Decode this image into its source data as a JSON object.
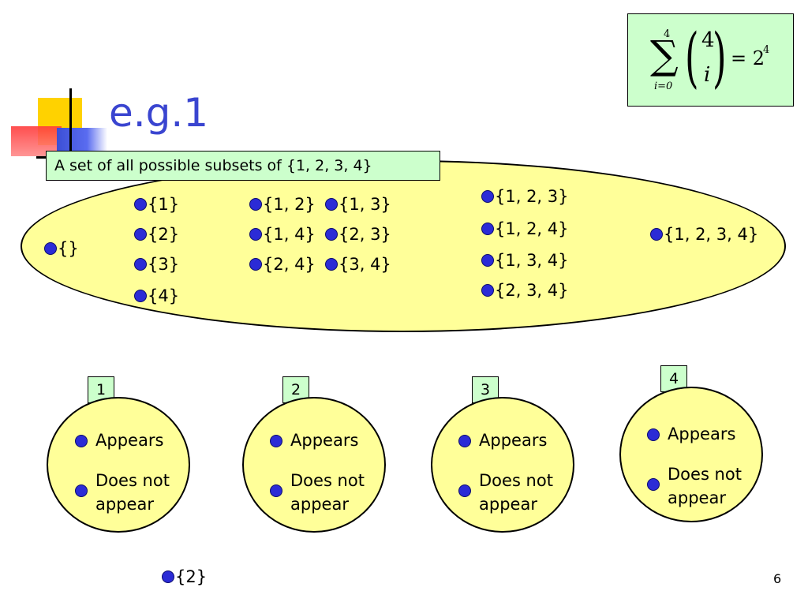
{
  "slide": {
    "title": "e.g.1",
    "caption": "A set of all possible subsets of {1, 2, 3, 4}",
    "page_number": "6",
    "accent_color": "#3a45d0",
    "highlight_fill": "#ffff99",
    "box_fill": "#ccffcc"
  },
  "formula": {
    "sum_symbol": "∑",
    "upper_limit": "4",
    "lower_limit": "i=0",
    "binom_top": "4",
    "binom_bottom": "i",
    "result": "= 2",
    "exponent": "4"
  },
  "subsets": {
    "size0": [
      "{}"
    ],
    "size1": [
      "{1}",
      "{2}",
      "{3}",
      "{4}"
    ],
    "size2": [
      "{1, 2}",
      "{1, 3}",
      "{1, 4}",
      "{2, 3}",
      "{2, 4}",
      "{3, 4}"
    ],
    "size3": [
      "{1, 2, 3}",
      "{1, 2, 4}",
      "{1, 3, 4}",
      "{2, 3, 4}"
    ],
    "size4": [
      "{1, 2, 3, 4}"
    ]
  },
  "choices": [
    {
      "label": "1",
      "appears": "Appears",
      "not_line1": "Does not",
      "not_line2": "appear"
    },
    {
      "label": "2",
      "appears": "Appears",
      "not_line1": "Does not",
      "not_line2": "appear"
    },
    {
      "label": "3",
      "appears": "Appears",
      "not_line1": "Does not",
      "not_line2": "appear"
    },
    {
      "label": "4",
      "appears": "Appears",
      "not_line1": "Does not",
      "not_line2": "appear"
    }
  ],
  "example_subset": "{2}"
}
